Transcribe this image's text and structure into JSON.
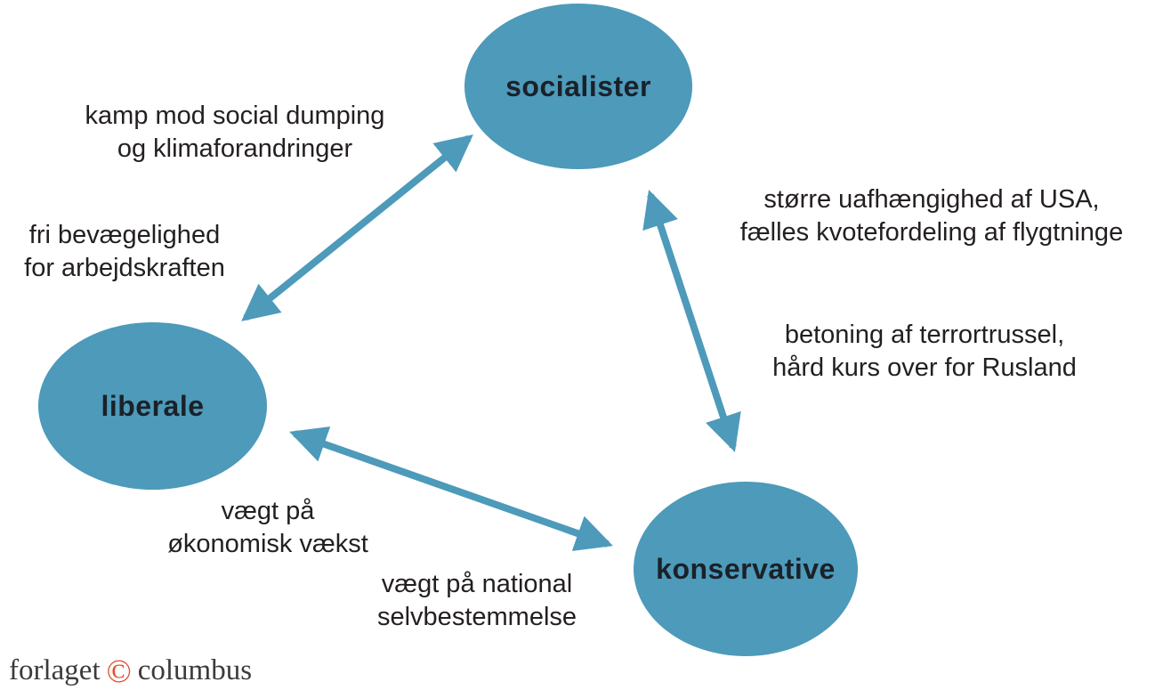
{
  "diagram": {
    "nodes": [
      {
        "id": "socialister",
        "label": "socialister"
      },
      {
        "id": "liberale",
        "label": "liberale"
      },
      {
        "id": "konservative",
        "label": "konservative"
      }
    ],
    "edges": [
      {
        "between": "liberale-socialister",
        "labels": [
          "kamp mod social dumping\nog klimaforandringer",
          "fri bevægelighed\nfor arbejdskraften"
        ]
      },
      {
        "between": "socialister-konservative",
        "labels": [
          "større uafhængighed af USA,\nfælles kvotefordeling af flygtninge",
          "betoning af terrortrussel,\nhård kurs over for Rusland"
        ]
      },
      {
        "between": "liberale-konservative",
        "labels": [
          "vægt på\nøkonomisk vækst",
          "vægt på national\nselvbestemmelse"
        ]
      }
    ],
    "colors": {
      "node_fill": "#4d9aba",
      "arrow": "#4d9aba",
      "label_text": "#231f20",
      "node_label_text": "#1b2129",
      "footer_text": "#3b3b3d",
      "copyright_red": "#df502e"
    }
  },
  "footer": {
    "publisher_left": "forlaget",
    "copyright_symbol": "©",
    "publisher_right": "columbus"
  }
}
